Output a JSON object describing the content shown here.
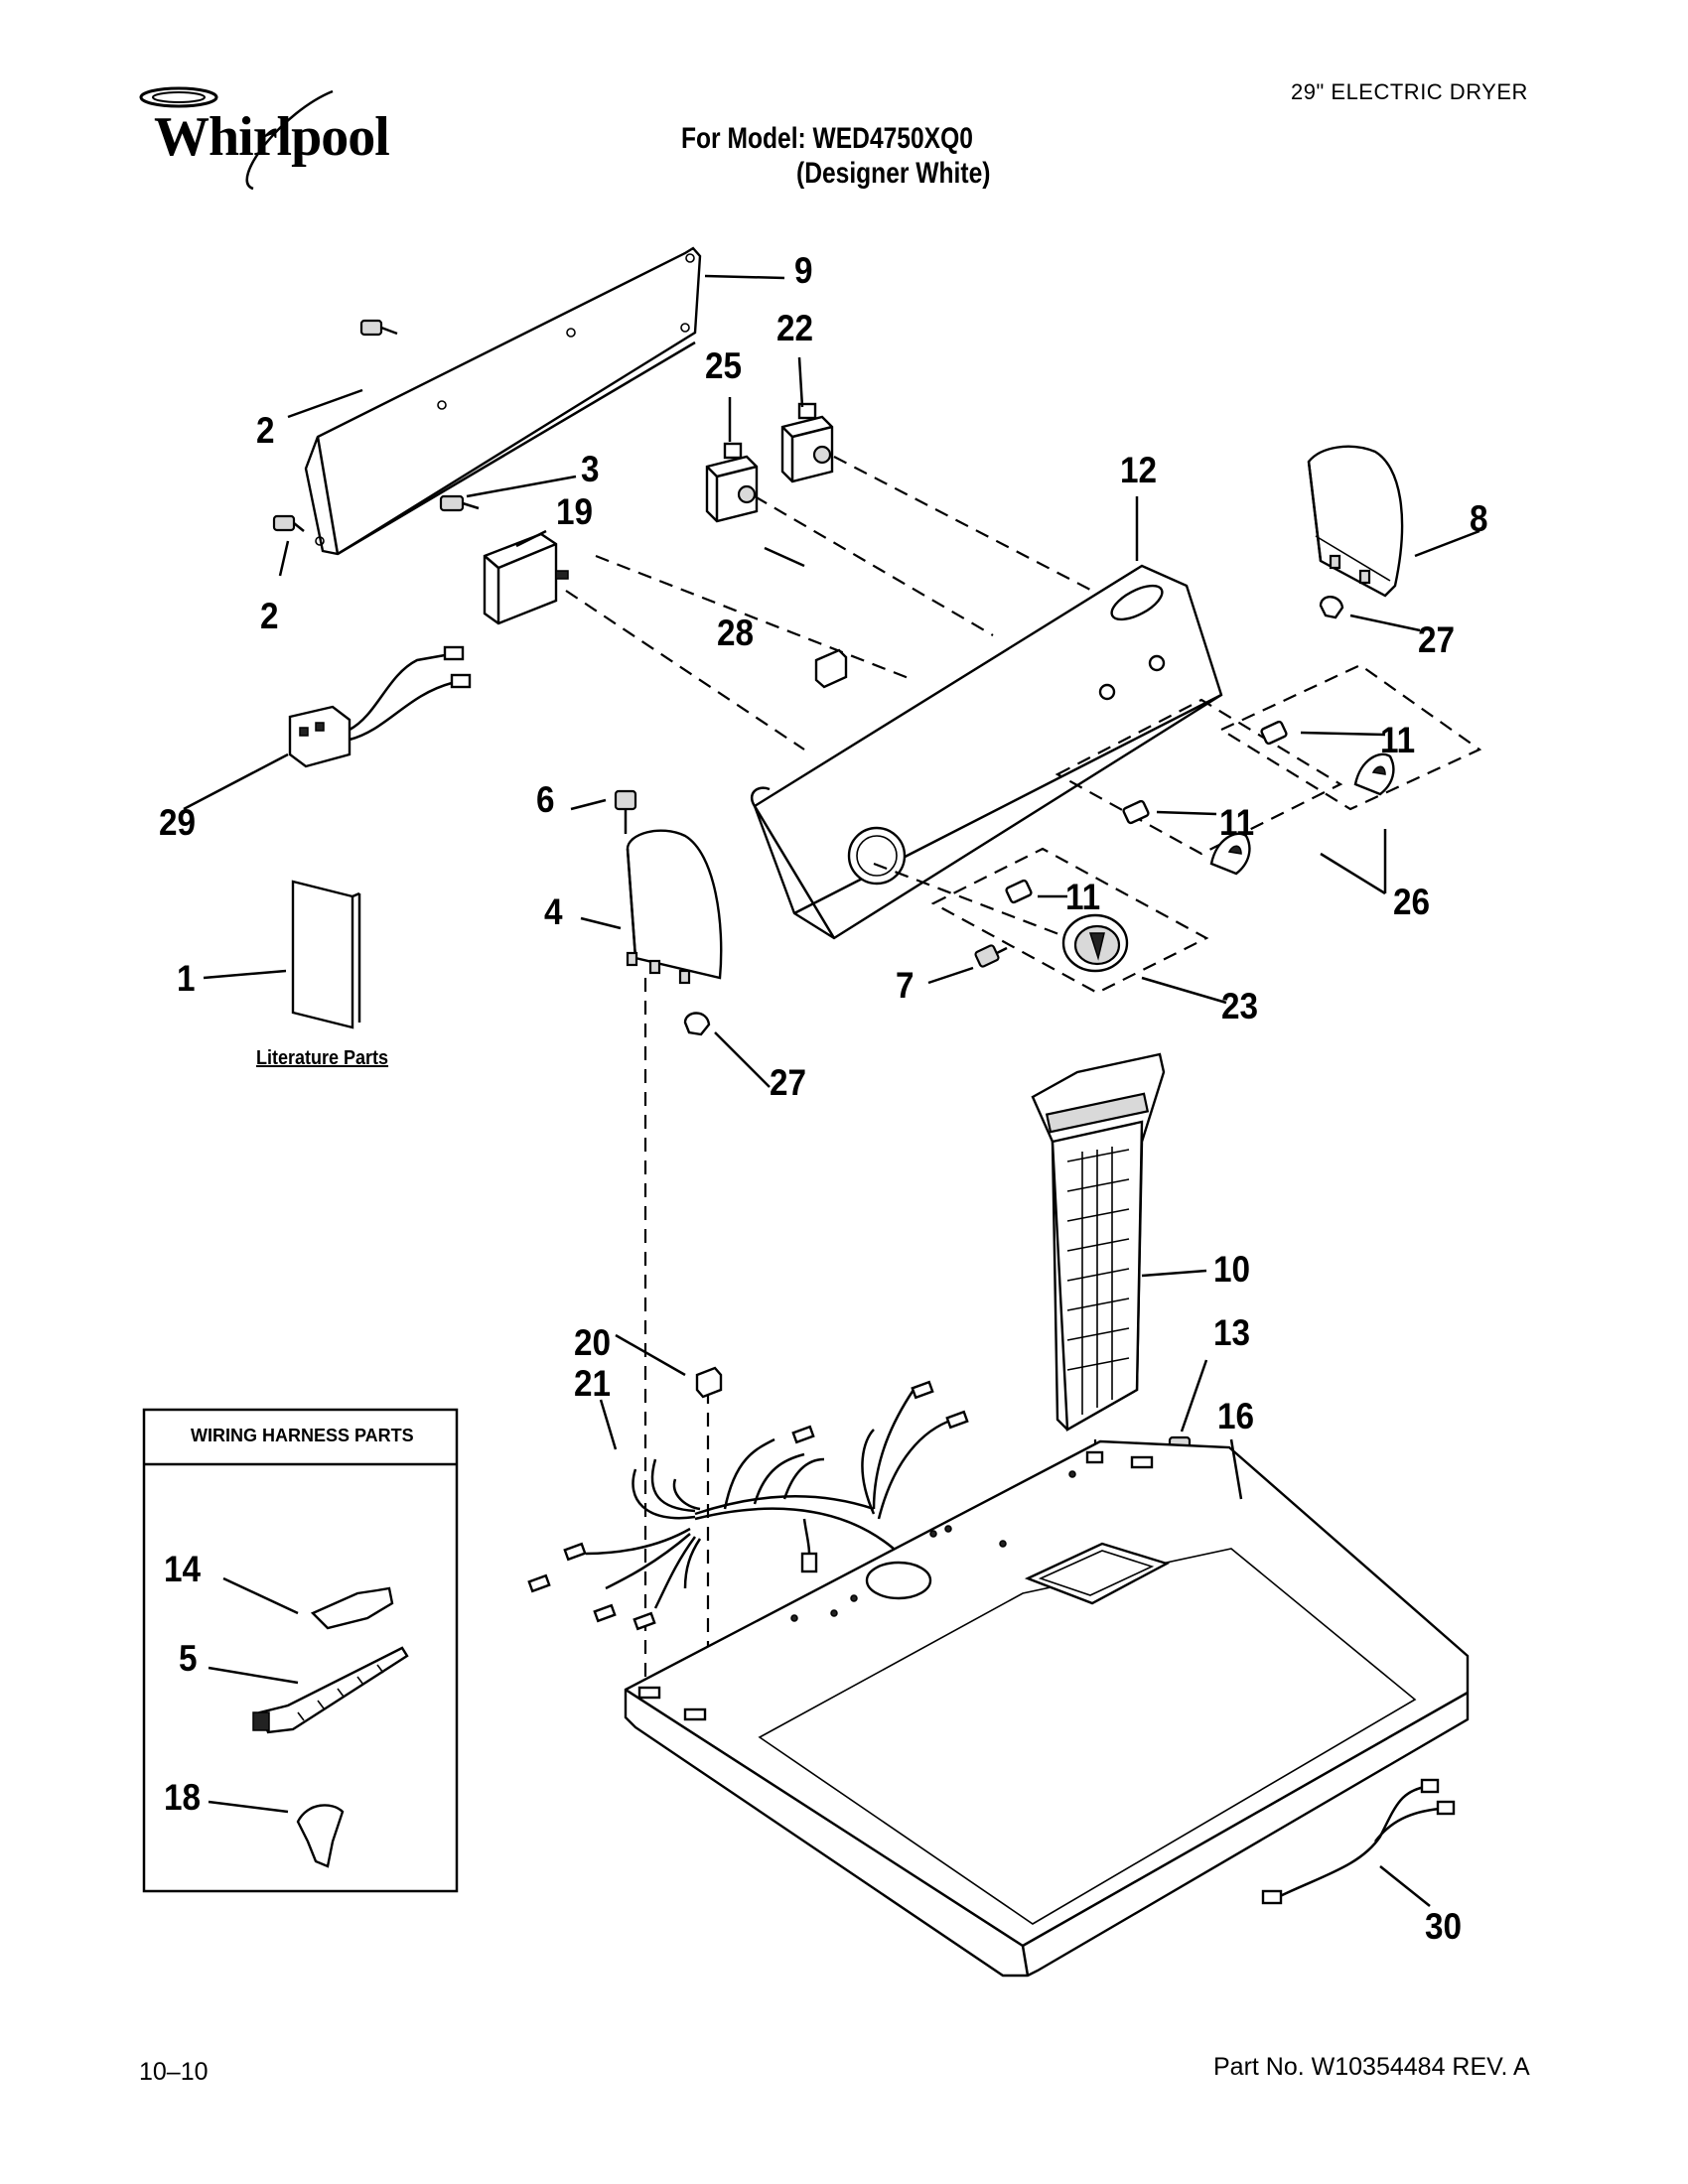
{
  "header": {
    "brand": "Whirlpool",
    "product": "29\" ELECTRIC DRYER",
    "model_line": "For Model: WED4750XQ0",
    "color_line": "(Designer White)"
  },
  "footer": {
    "date": "10–10",
    "part_number": "Part No. W10354484 REV. A"
  },
  "wiring_box": {
    "title": "WIRING HARNESS PARTS",
    "callouts": [
      "14",
      "5",
      "18"
    ]
  },
  "literature_label": "Literature Parts",
  "callouts": {
    "c1": "1",
    "c2a": "2",
    "c2b": "2",
    "c3": "3",
    "c4": "4",
    "c5": "5",
    "c6": "6",
    "c7": "7",
    "c8": "8",
    "c9": "9",
    "c10": "10",
    "c11a": "11",
    "c11b": "11",
    "c11c": "11",
    "c12": "12",
    "c13": "13",
    "c14": "14",
    "c16": "16",
    "c18": "18",
    "c19": "19",
    "c20": "20",
    "c21": "21",
    "c22": "22",
    "c23": "23",
    "c25": "25",
    "c26": "26",
    "c27a": "27",
    "c27b": "27",
    "c28": "28",
    "c29": "29",
    "c30": "30"
  }
}
